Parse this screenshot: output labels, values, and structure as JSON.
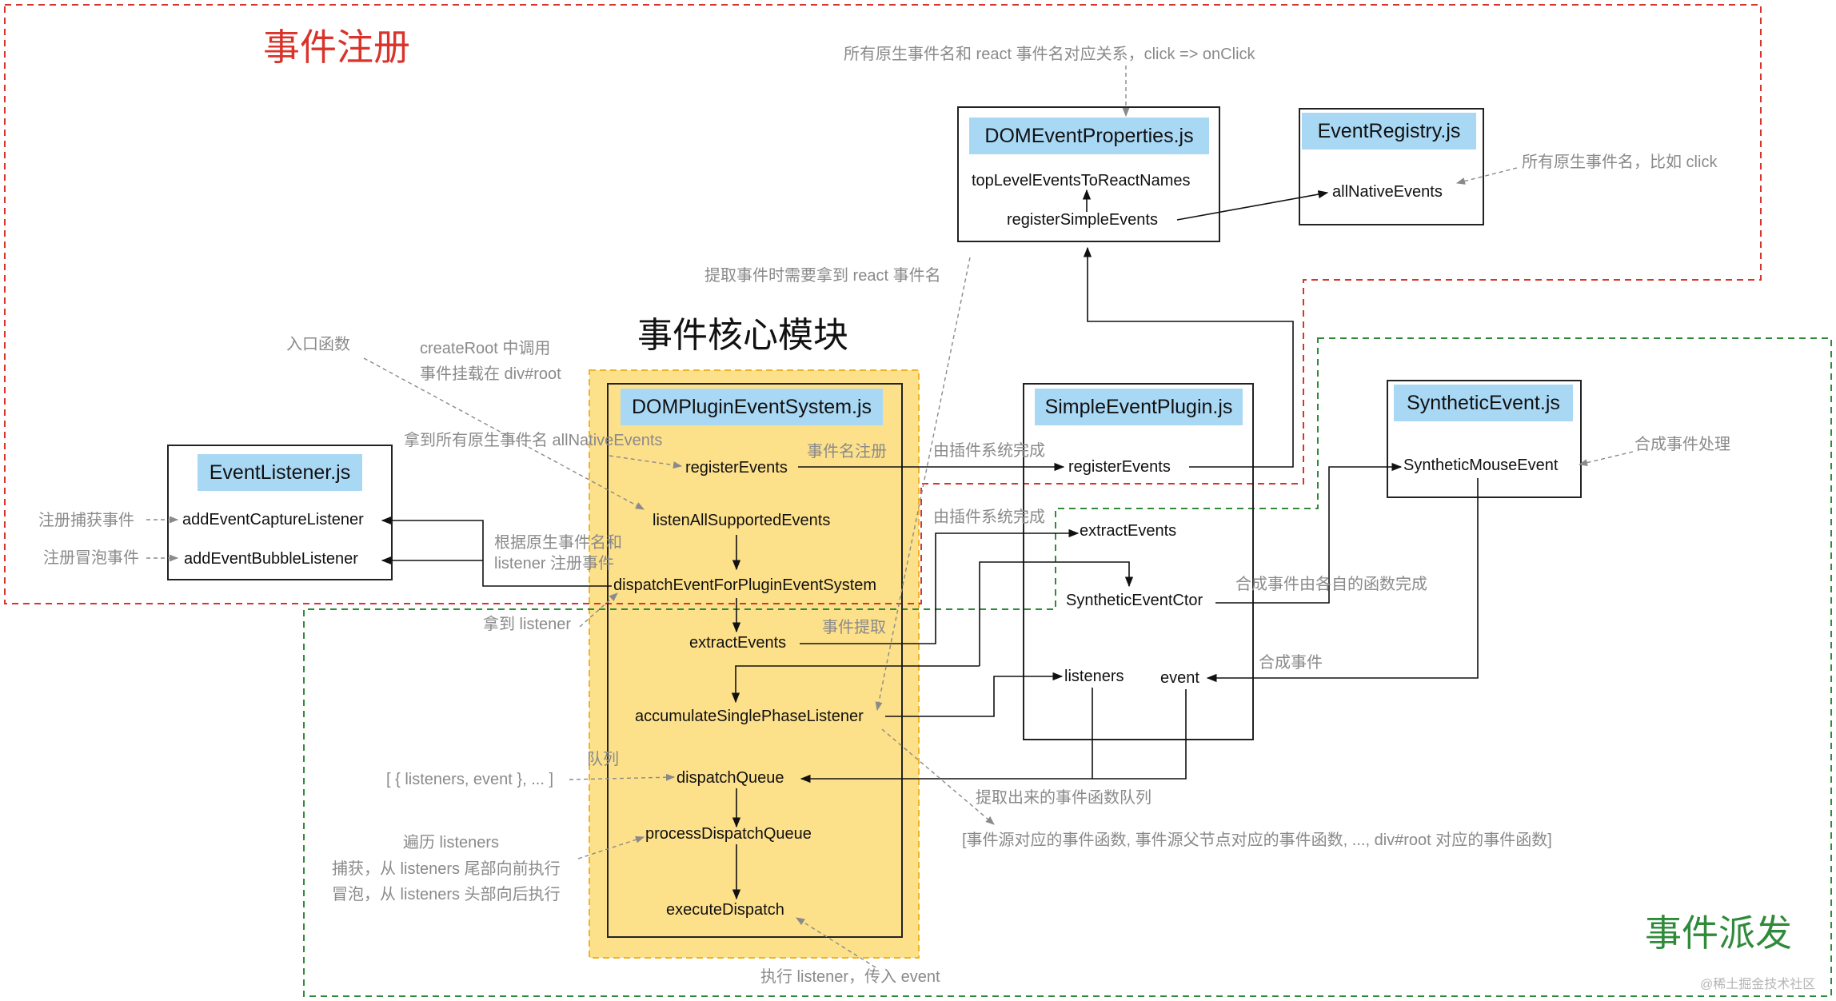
{
  "regions": {
    "registration": "事件注册",
    "core": "事件核心模块",
    "dispatch": "事件派发"
  },
  "modules": {
    "dom_event_properties": {
      "file": "DOMEventProperties.js",
      "items": [
        "topLevelEventsToReactNames",
        "registerSimpleEvents"
      ]
    },
    "event_registry": {
      "file": "EventRegistry.js",
      "items": [
        "allNativeEvents"
      ]
    },
    "event_listener": {
      "file": "EventListener.js",
      "items": [
        "addEventCaptureListener",
        "addEventBubbleListener"
      ]
    },
    "dom_plugin_event_system": {
      "file": "DOMPluginEventSystem.js",
      "items": [
        "registerEvents",
        "listenAllSupportedEvents",
        "dispatchEventForPluginEventSystem",
        "extractEvents",
        "accumulateSinglePhaseListener",
        "dispatchQueue",
        "processDispatchQueue",
        "executeDispatch"
      ]
    },
    "simple_event_plugin": {
      "file": "SimpleEventPlugin.js",
      "items": [
        "registerEvents",
        "extractEvents",
        "SyntheticEventCtor",
        "listeners",
        "event"
      ]
    },
    "synthetic_event": {
      "file": "SyntheticEvent.js",
      "items": [
        "SyntheticMouseEvent"
      ]
    }
  },
  "annotations": {
    "name_mapping": "所有原生事件名和 react 事件名对应关系，click => onClick",
    "all_native_events": "所有原生事件名，比如 click",
    "extract_need_react_name": "提取事件时需要拿到 react 事件名",
    "entry_fn": "入口函数",
    "create_root_line1": "createRoot 中调用",
    "create_root_line2": "事件挂载在 div#root",
    "get_all_native": "拿到所有原生事件名 allNativeEvents",
    "event_name_register": "事件名注册",
    "by_plugin_1": "由插件系统完成",
    "by_plugin_2": "由插件系统完成",
    "synthetic_handling": "合成事件处理",
    "capture_register": "注册捕获事件",
    "bubble_register": "注册冒泡事件",
    "register_by_name_line1": "根据原生事件名和",
    "register_by_name_line2": "listener 注册事件",
    "get_listener": "拿到 listener",
    "event_extract": "事件提取",
    "synthetic_by_own_fn": "合成事件由各自的函数完成",
    "synthetic_event": "合成事件",
    "queue": "队列",
    "queue_shape": "[ { listeners, event }, ... ]",
    "extracted_queue": "提取出来的事件函数队列",
    "queue_content": "[事件源对应的事件函数, 事件源父节点对应的事件函数, ..., div#root 对应的事件函数]",
    "traverse_line1": "遍历 listeners",
    "traverse_line2": "捕获，从 listeners 尾部向前执行",
    "traverse_line3": "冒泡，从 listeners 头部向后执行",
    "execute_listener": "执行 listener，传入 event"
  },
  "watermark": "@稀土掘金技术社区",
  "colors": {
    "registration_border": "#d9342b",
    "dispatch_border": "#2f8a3a",
    "core_fill": "#fde08a",
    "core_border": "#f0b429",
    "file_label_fill": "#a9d8f5",
    "note_text": "#8a8a8a"
  }
}
